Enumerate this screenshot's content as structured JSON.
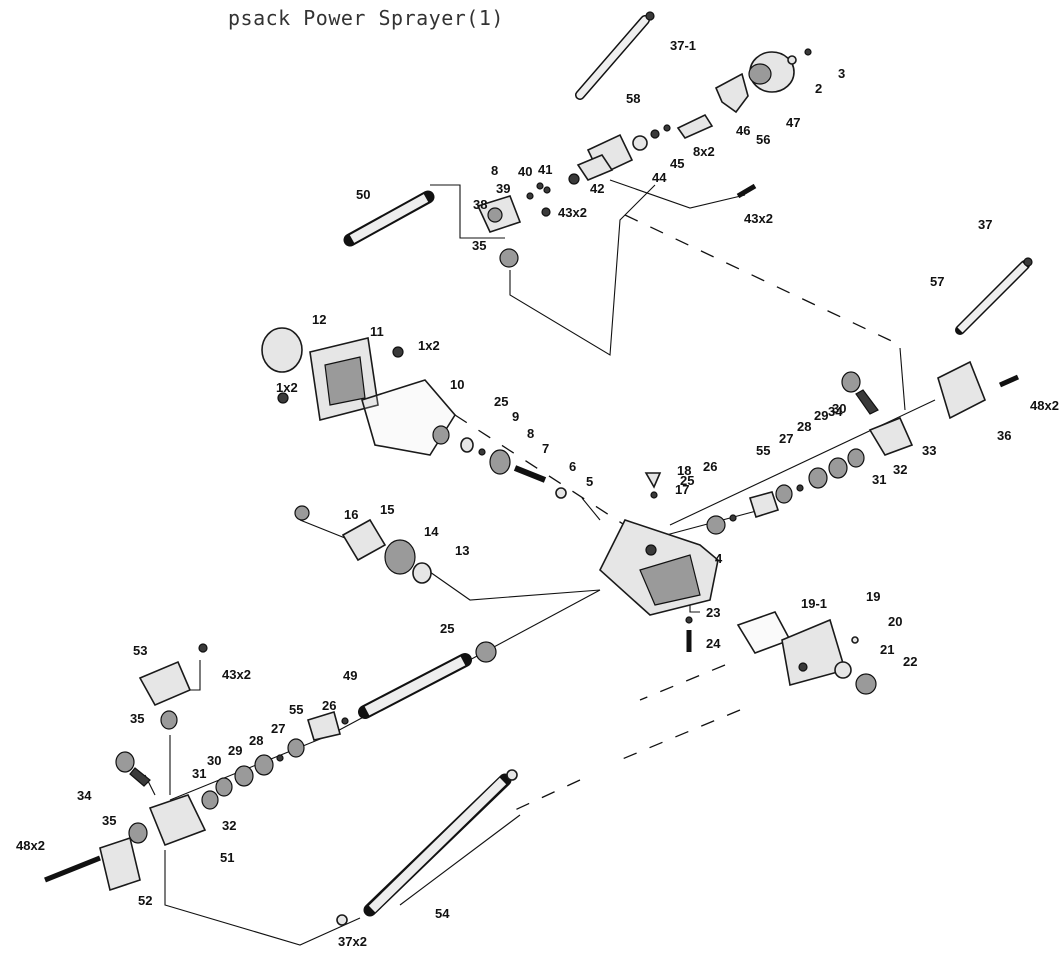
{
  "title": "psack Power Sprayer(1)",
  "labels": [
    {
      "id": "37-1",
      "text": "37-1"
    },
    {
      "id": "58",
      "text": "58"
    },
    {
      "id": "2",
      "text": "2"
    },
    {
      "id": "3",
      "text": "3"
    },
    {
      "id": "47",
      "text": "47"
    },
    {
      "id": "46",
      "text": "46"
    },
    {
      "id": "56",
      "text": "56"
    },
    {
      "id": "8x2a",
      "text": "8x2"
    },
    {
      "id": "45",
      "text": "45"
    },
    {
      "id": "44",
      "text": "44"
    },
    {
      "id": "42",
      "text": "42"
    },
    {
      "id": "8a",
      "text": "8"
    },
    {
      "id": "40",
      "text": "40"
    },
    {
      "id": "41",
      "text": "41"
    },
    {
      "id": "39",
      "text": "39"
    },
    {
      "id": "38",
      "text": "38"
    },
    {
      "id": "43x2a",
      "text": "43x2"
    },
    {
      "id": "43x2b",
      "text": "43x2"
    },
    {
      "id": "50",
      "text": "50"
    },
    {
      "id": "35a",
      "text": "35"
    },
    {
      "id": "37",
      "text": "37"
    },
    {
      "id": "57",
      "text": "57"
    },
    {
      "id": "12",
      "text": "12"
    },
    {
      "id": "11",
      "text": "11"
    },
    {
      "id": "1x2a",
      "text": "1x2"
    },
    {
      "id": "1x2b",
      "text": "1x2"
    },
    {
      "id": "10",
      "text": "10"
    },
    {
      "id": "25a",
      "text": "25"
    },
    {
      "id": "9",
      "text": "9"
    },
    {
      "id": "8b",
      "text": "8"
    },
    {
      "id": "7",
      "text": "7"
    },
    {
      "id": "6",
      "text": "6"
    },
    {
      "id": "5",
      "text": "5"
    },
    {
      "id": "34a",
      "text": "34"
    },
    {
      "id": "48x2a",
      "text": "48x2"
    },
    {
      "id": "36",
      "text": "36"
    },
    {
      "id": "33",
      "text": "33"
    },
    {
      "id": "32a",
      "text": "32"
    },
    {
      "id": "31a",
      "text": "31"
    },
    {
      "id": "30a",
      "text": "30"
    },
    {
      "id": "29a",
      "text": "29"
    },
    {
      "id": "28a",
      "text": "28"
    },
    {
      "id": "27a",
      "text": "27"
    },
    {
      "id": "55a",
      "text": "55"
    },
    {
      "id": "26a",
      "text": "26"
    },
    {
      "id": "25b",
      "text": "25"
    },
    {
      "id": "18",
      "text": "18"
    },
    {
      "id": "17",
      "text": "17"
    },
    {
      "id": "16",
      "text": "16"
    },
    {
      "id": "15",
      "text": "15"
    },
    {
      "id": "14",
      "text": "14"
    },
    {
      "id": "13",
      "text": "13"
    },
    {
      "id": "4",
      "text": "4"
    },
    {
      "id": "23",
      "text": "23"
    },
    {
      "id": "24",
      "text": "24"
    },
    {
      "id": "19-1",
      "text": "19-1"
    },
    {
      "id": "19",
      "text": "19"
    },
    {
      "id": "20",
      "text": "20"
    },
    {
      "id": "21",
      "text": "21"
    },
    {
      "id": "22",
      "text": "22"
    },
    {
      "id": "25c",
      "text": "25"
    },
    {
      "id": "49",
      "text": "49"
    },
    {
      "id": "53",
      "text": "53"
    },
    {
      "id": "43x2c",
      "text": "43x2"
    },
    {
      "id": "35b",
      "text": "35"
    },
    {
      "id": "55b",
      "text": "55"
    },
    {
      "id": "26b",
      "text": "26"
    },
    {
      "id": "27b",
      "text": "27"
    },
    {
      "id": "28b",
      "text": "28"
    },
    {
      "id": "29b",
      "text": "29"
    },
    {
      "id": "30b",
      "text": "30"
    },
    {
      "id": "31b",
      "text": "31"
    },
    {
      "id": "34b",
      "text": "34"
    },
    {
      "id": "32b",
      "text": "32"
    },
    {
      "id": "35c",
      "text": "35"
    },
    {
      "id": "51",
      "text": "51"
    },
    {
      "id": "48x2b",
      "text": "48x2"
    },
    {
      "id": "52",
      "text": "52"
    },
    {
      "id": "54",
      "text": "54"
    },
    {
      "id": "37x2",
      "text": "37x2"
    }
  ]
}
